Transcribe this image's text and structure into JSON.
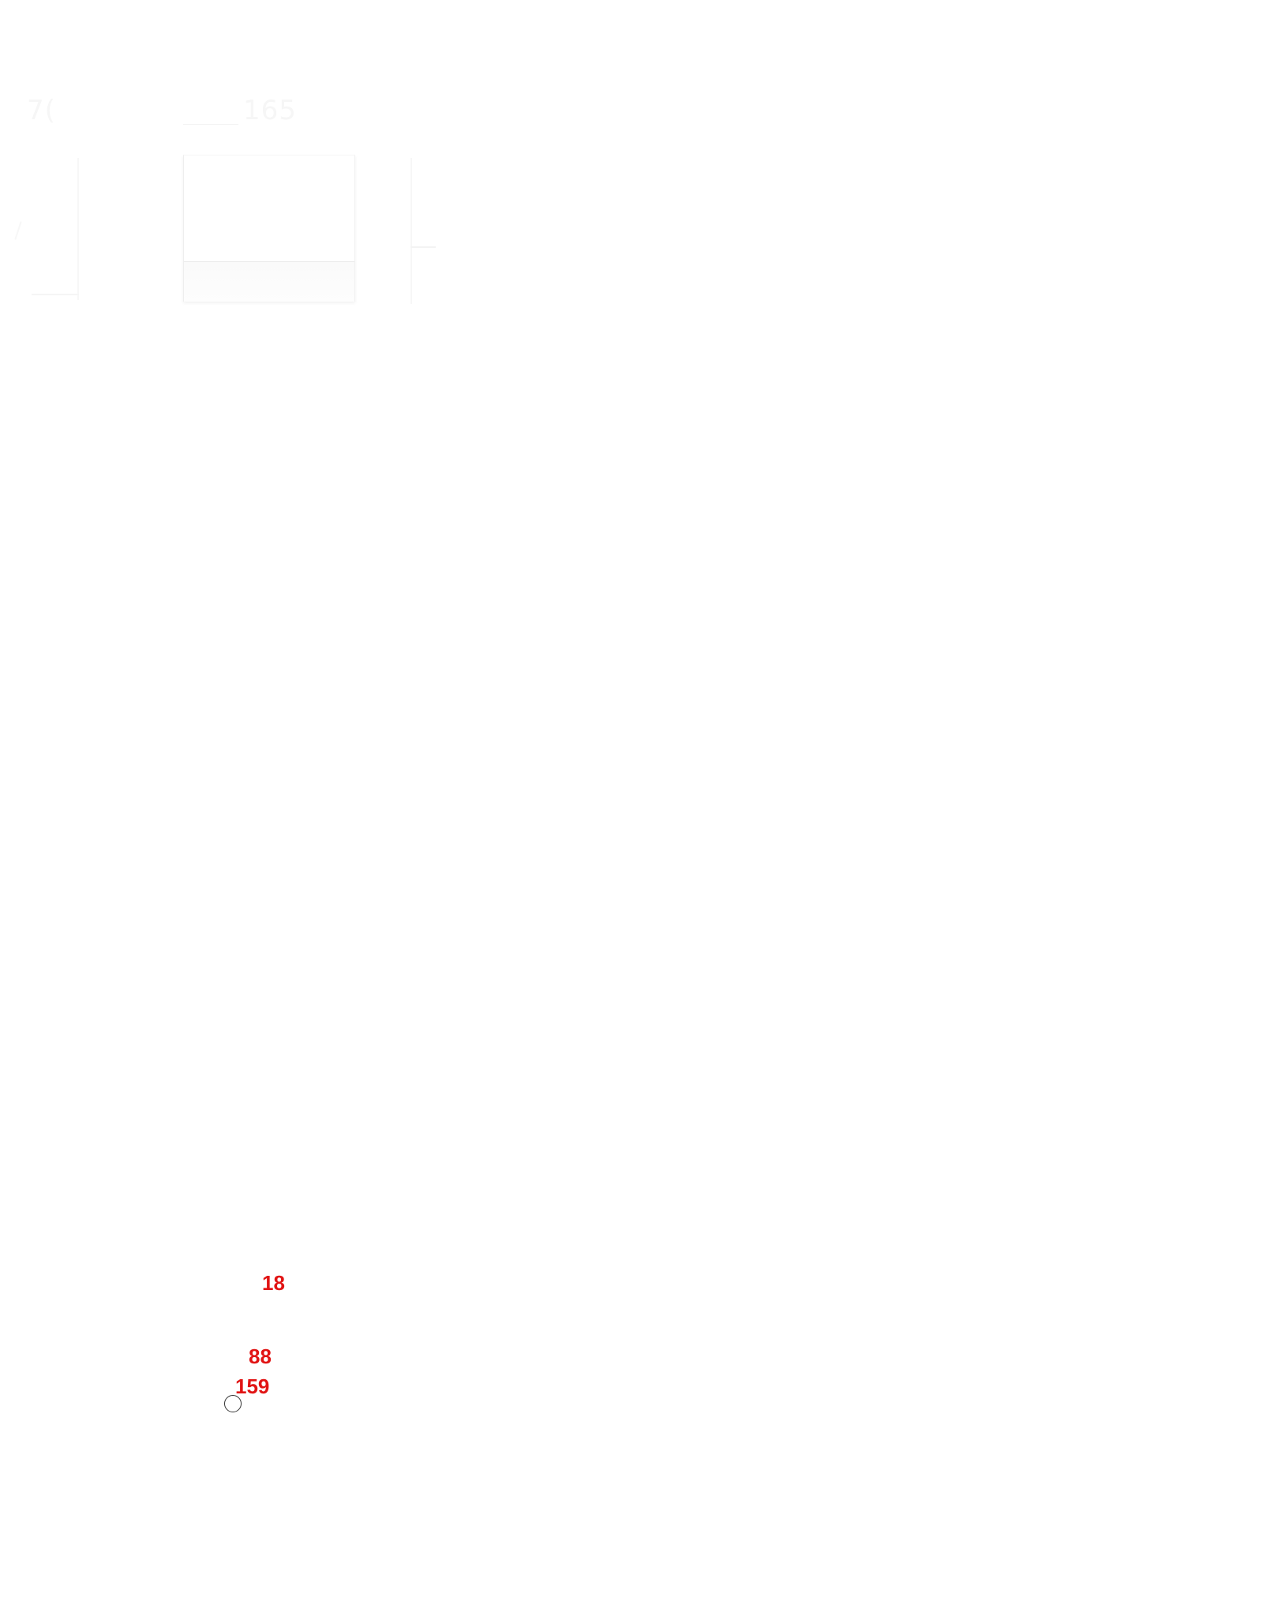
{
  "faint_widget": {
    "left_number": "7(",
    "right_number": "165"
  },
  "value_labels": [
    "18",
    "88",
    "159"
  ],
  "colors": {
    "value_label": "#e11414",
    "background": "#ffffff",
    "ghost_text": "#f6f6f6"
  },
  "icons": {
    "handle": "circle-outline-icon"
  }
}
